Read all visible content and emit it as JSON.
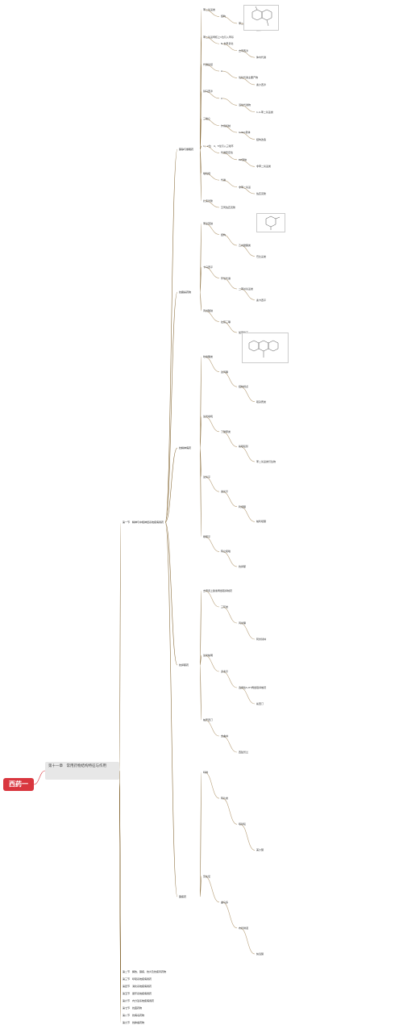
{
  "root": {
    "label": "西药一"
  },
  "section": {
    "label": "第十一章　常用药物结构特征与作用"
  },
  "chapter1": {
    "label": "第一节　精神与中枢神经系统疾病用药"
  },
  "chapters": [
    "第二节　解热、镇痛、抗炎及抗痛风药物",
    "第三节　呼吸系统疾病用药",
    "第四节　消化系统疾病用药",
    "第五节　循环系统疾病用药",
    "第六节　内分泌系统疾病用药",
    "第七节　抗菌药物",
    "第八节　抗病毒药物",
    "第九节　抗肿瘤药物"
  ],
  "topics": [
    "镇静与催眠药",
    "抗癫痫药物",
    "抗精神病药",
    "抗抑郁药",
    "镇痛药"
  ],
  "labels": [
    "苯二氮䓬类",
    "结构",
    "苯二氮䓬",
    "修饰",
    "苯二氮䓬母核上1位引入甲基",
    "N-去甲基化",
    "去甲西泮",
    "体内代谢",
    "代谢途径",
    "A",
    "氧化代谢主要产物",
    "奥沙西泮",
    "替马西泮",
    "C",
    "活性代谢物",
    "1,4-苯二氮䓬类",
    "三唑仑",
    "作用机制",
    "GABA受体",
    "结构改造",
    "1、2位　4、5位引入三唑环",
    "代谢稳定性",
    "BZ受体",
    "非苯二氮䓬类",
    "唑吡坦",
    "代谢",
    "非苯二氮䓬",
    "佐匹克隆",
    "扎来普隆",
    "艾司佐匹克隆",
    "苯妥英钠",
    "结构",
    "乙内酰脲类",
    "巴比妥类",
    "卡马西平",
    "环氧代谢",
    "二苯并氮䓬类",
    "奥卡西平",
    "丙戊酸钠",
    "拉莫三嗪",
    "加巴喷丁",
    "吩噻嗪类",
    "氯丙嗪",
    "结构特点",
    "硫杂蒽类",
    "氯普噻吨",
    "丁酰苯类",
    "氟哌啶醇",
    "苯二氮䓬类衍生物",
    "氯氮平",
    "奥氮平",
    "利培酮",
    "帕利哌酮",
    "喹硫平",
    "阿立哌唑",
    "抗抑郁",
    "去甲肾上腺素再摄取抑制药",
    "三环类",
    "丙米嗪",
    "阿米替林",
    "氯米帕明",
    "多塞平",
    "选择性5-HT再摄取抑制药",
    "氟西汀",
    "帕罗西汀",
    "舍曲林",
    "西酞普兰",
    "吗啡",
    "阿片类",
    "哌替啶",
    "美沙酮",
    "芬太尼",
    "曲马多",
    "布托啡诺",
    "纳洛酮"
  ]
}
